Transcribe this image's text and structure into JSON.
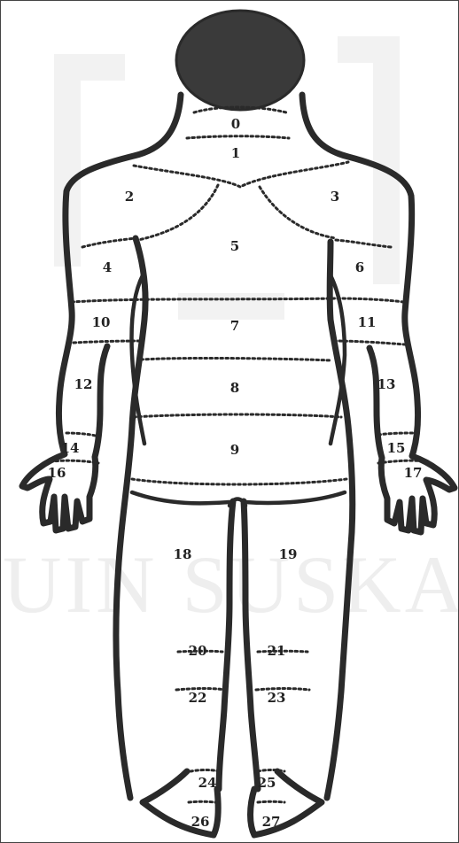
{
  "diagram": {
    "zone_labels": [
      "0",
      "1",
      "2",
      "3",
      "4",
      "5",
      "6",
      "7",
      "8",
      "9",
      "10",
      "11",
      "12",
      "13",
      "14",
      "15",
      "16",
      "17",
      "18",
      "19",
      "20",
      "21",
      "22",
      "23",
      "24",
      "25",
      "26",
      "27"
    ],
    "watermark_text": "UIN SUSKA R",
    "colors": {
      "outline": "#2a2a2a",
      "head_fill": "#3a3a3a",
      "label": "#222222",
      "watermark": "#eeeeee"
    }
  }
}
